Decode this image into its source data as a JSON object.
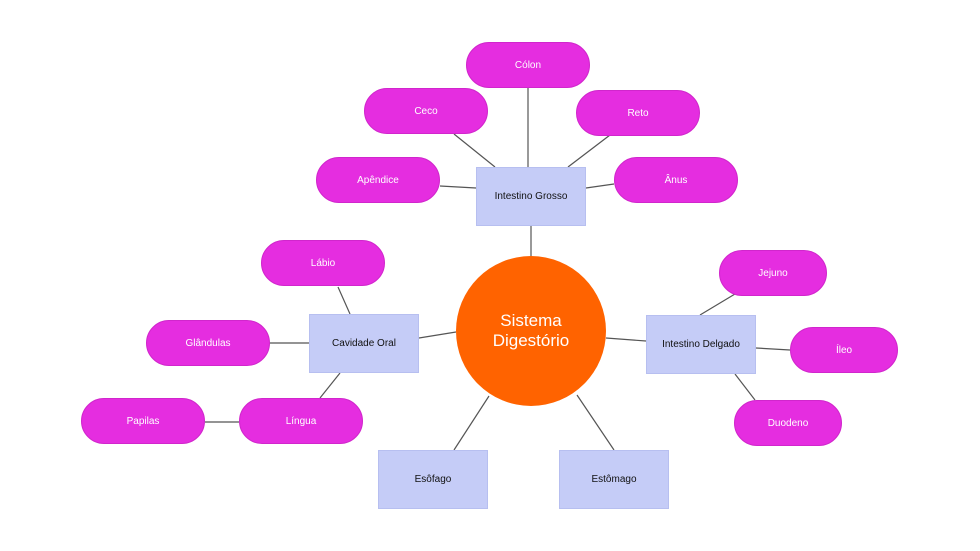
{
  "diagram": {
    "center": {
      "label": "Sistema Digestório",
      "color": "#ff6300"
    },
    "categories": {
      "intestino_grosso": "Intestino Grosso",
      "cavidade_oral": "Cavidade Oral",
      "intestino_delgado": "Intestino Delgado",
      "esofago": "Esôfago",
      "estomago": "Estômago"
    },
    "leaves": {
      "colon": "Cólon",
      "ceco": "Ceco",
      "reto": "Reto",
      "apendice": "Apêndice",
      "anus": "Ânus",
      "labio": "Lábio",
      "glandulas": "Glândulas",
      "lingua": "Língua",
      "papilas": "Papilas",
      "jejuno": "Jejuno",
      "ileo": "Íleo",
      "duodeno": "Duodeno"
    },
    "colors": {
      "category_fill": "#c5ccf7",
      "leaf_fill": "#e52de0",
      "connector": "#555555"
    }
  }
}
